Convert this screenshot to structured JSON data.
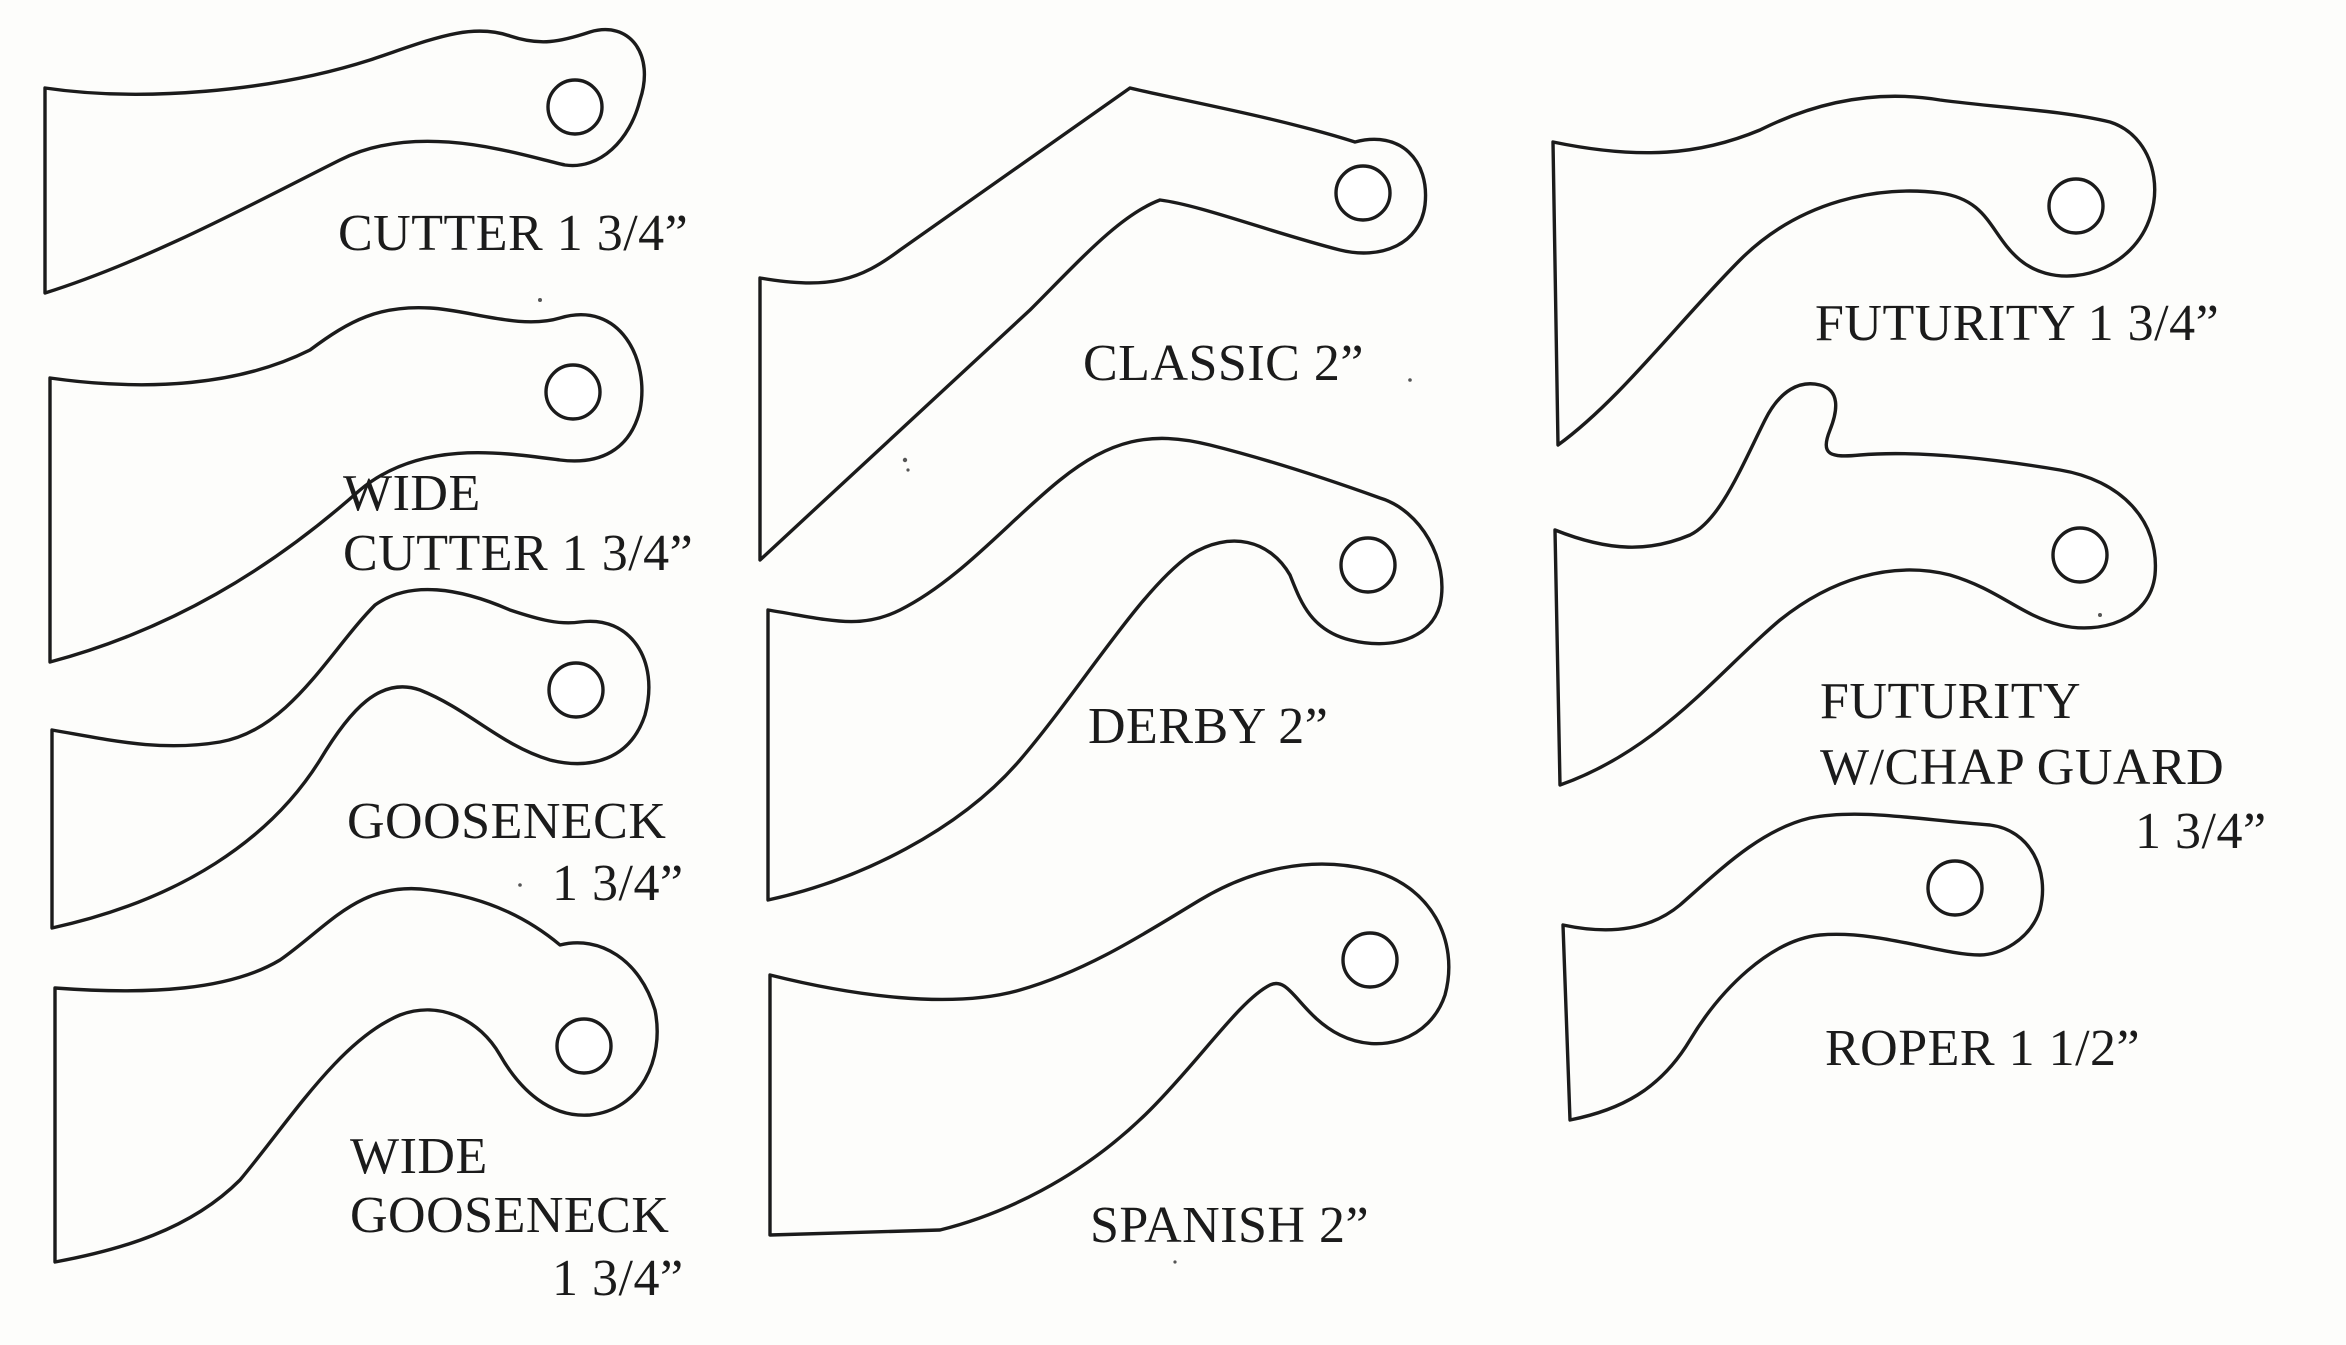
{
  "background": "#fdfdfb",
  "ink": "#1b1b1b",
  "templates": [
    {
      "id": "cutter",
      "lines": [
        "CUTTER 1 3/4”"
      ]
    },
    {
      "id": "wide-cutter",
      "lines": [
        "WIDE",
        "CUTTER 1 3/4”"
      ]
    },
    {
      "id": "gooseneck",
      "lines": [
        "GOOSENECK",
        "1 3/4”"
      ]
    },
    {
      "id": "wide-gooseneck",
      "lines": [
        "WIDE",
        "GOOSENECK",
        "1 3/4”"
      ]
    },
    {
      "id": "classic",
      "lines": [
        "CLASSIC 2”"
      ]
    },
    {
      "id": "derby",
      "lines": [
        "DERBY 2”"
      ]
    },
    {
      "id": "spanish",
      "lines": [
        "SPANISH 2”"
      ]
    },
    {
      "id": "futurity",
      "lines": [
        "FUTURITY 1 3/4”"
      ]
    },
    {
      "id": "futurity-chap-guard",
      "lines": [
        "FUTURITY",
        "W/CHAP GUARD",
        "1 3/4”"
      ]
    },
    {
      "id": "roper",
      "lines": [
        "ROPER 1 1/2”"
      ]
    }
  ]
}
